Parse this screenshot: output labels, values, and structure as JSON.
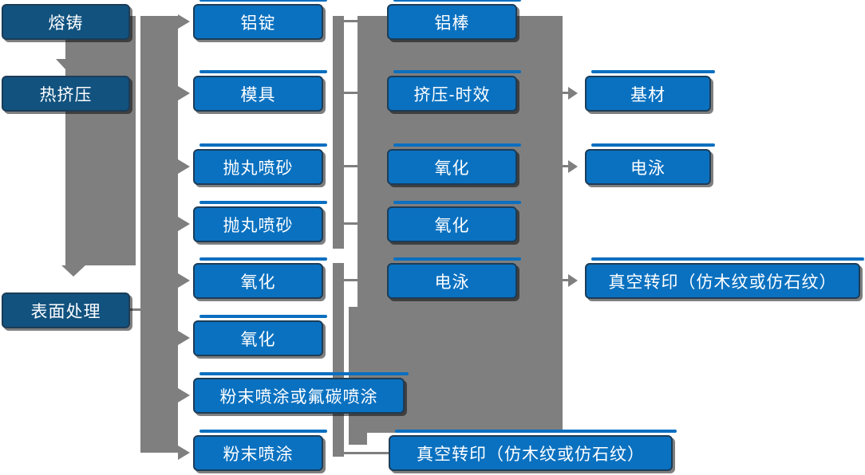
{
  "flowchart": {
    "title": "aluminum-profile-process-flow",
    "colors": {
      "process_box_blue": "#0a71c0",
      "stage_box_blue": "#11527f",
      "connector_gray": "#7f7f7f",
      "text_white": "#ffffff",
      "background": "#ffffff"
    },
    "stage_column": {
      "melting": "熔铸",
      "hot_extrusion": "热挤压",
      "surface_treatment": "表面处理"
    },
    "process_column": {
      "aluminum_ingot": "铝锭",
      "mold": "模具",
      "shot_blasting_1": "抛丸喷砂",
      "shot_blasting_2": "抛丸喷砂",
      "oxidation_1": "氧化",
      "oxidation_2": "氧化",
      "powder_or_fluorocarbon": "粉末喷涂或氟碳喷涂",
      "powder_coating": "粉末喷涂"
    },
    "mid_column": {
      "aluminum_rod": "铝棒",
      "extrusion_aging": "挤压-时效",
      "oxidation_1": "氧化",
      "oxidation_2": "氧化",
      "electrophoresis": "电泳",
      "vacuum_transfer": "真空转印（仿木纹或仿石纹）"
    },
    "output_column": {
      "base_material": "基材",
      "electrophoresis": "电泳",
      "vacuum_transfer": "真空转印（仿木纹或仿石纹）"
    }
  }
}
